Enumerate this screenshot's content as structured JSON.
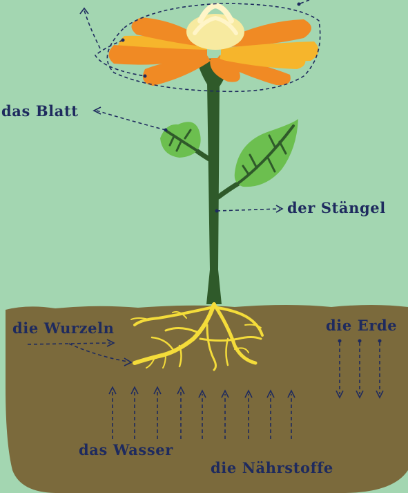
{
  "diagram": {
    "labels": {
      "leaf": "das Blatt",
      "stem": "der Stängel",
      "roots": "die Wurzeln",
      "soil": "die Erde",
      "water": "das Wasser",
      "nutrients": "die Nährstoffe"
    },
    "colors": {
      "background": "#a3d6b1",
      "soil": "#7b6a3c",
      "stem": "#2f5a2a",
      "leaf": "#6cbf4f",
      "petal_orange": "#f08a24",
      "petal_yellow": "#f6b52c",
      "flower_center": "#f7eaa0",
      "roots": "#f4dc3a",
      "label_text": "#1e2a5e"
    }
  }
}
